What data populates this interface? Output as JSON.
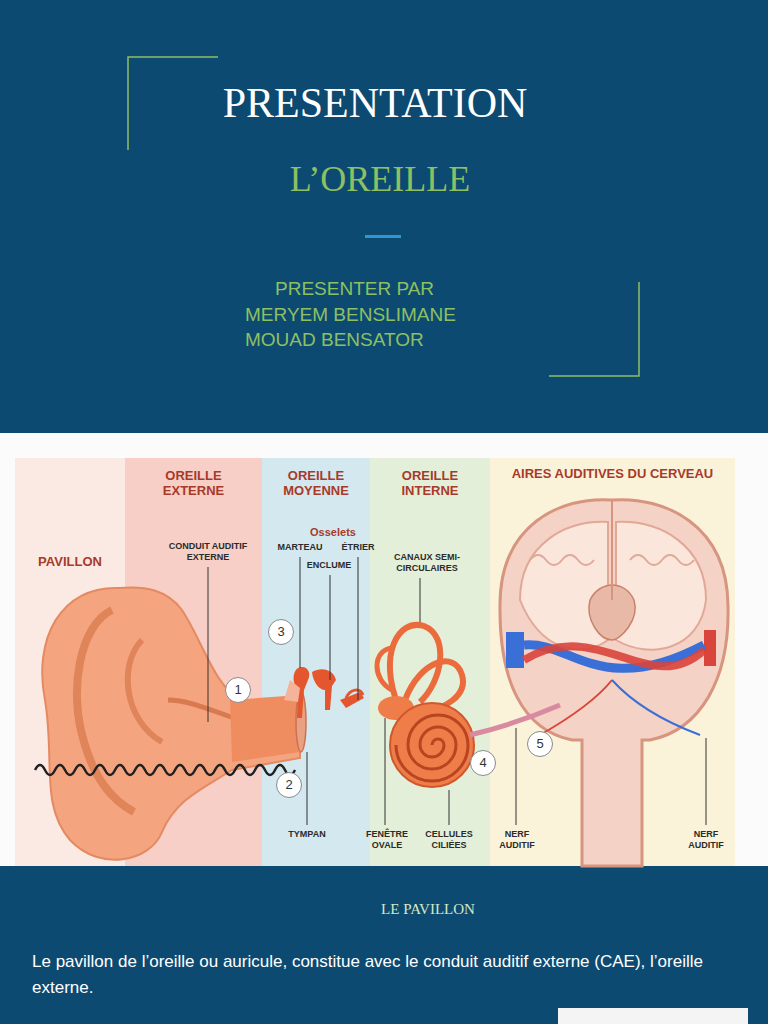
{
  "diagram": {
    "title": "PRESENTATION",
    "nodes": [
      {
        "text": [
          "PAVILLON"
        ]
      },
      {
        "text": [
          "OREILLE EXTERNE"
        ]
      },
      {
        "text": [
          "OREILLE MOYENNE"
        ]
      },
      {
        "text": [
          "OREILLE INTERNE"
        ]
      },
      {
        "text": [
          "AIRES AUDITIVES DU CERVEAU"
        ]
      },
      {
        "text": [
          "1"
        ],
        "in": 1
      },
      {
        "text": [
          "2"
        ],
        "in": 2
      },
      {
        "text": [
          "3"
        ],
        "in": 2
      },
      {
        "text": [
          "4"
        ],
        "in": 3
      },
      {
        "text": [
          "5"
        ],
        "in": 4
      }
    ],
    "labels": [
      "L’OREILLE",
      "PRESENTER PAR",
      "MERYEM BENSLIMANE",
      "MOUAD BENSATOR",
      "CONDUIT AUDITIF EXTERNE",
      "Osselets",
      "MARTEAU",
      "ÉTRIER",
      "ENCLUME",
      "CANAUX SEMI-CIRCULAIRES",
      "TYMPAN",
      "FENÊTRE OVALE",
      "CELLULES CILIÉES",
      "NERF AUDITIF",
      "NERF AUDITIF",
      "LE PAVILLON",
      "Le pavillon de l’oreille ou auricule, constitue avec le conduit auditif externe (CAE), l’oreille externe."
    ]
  }
}
